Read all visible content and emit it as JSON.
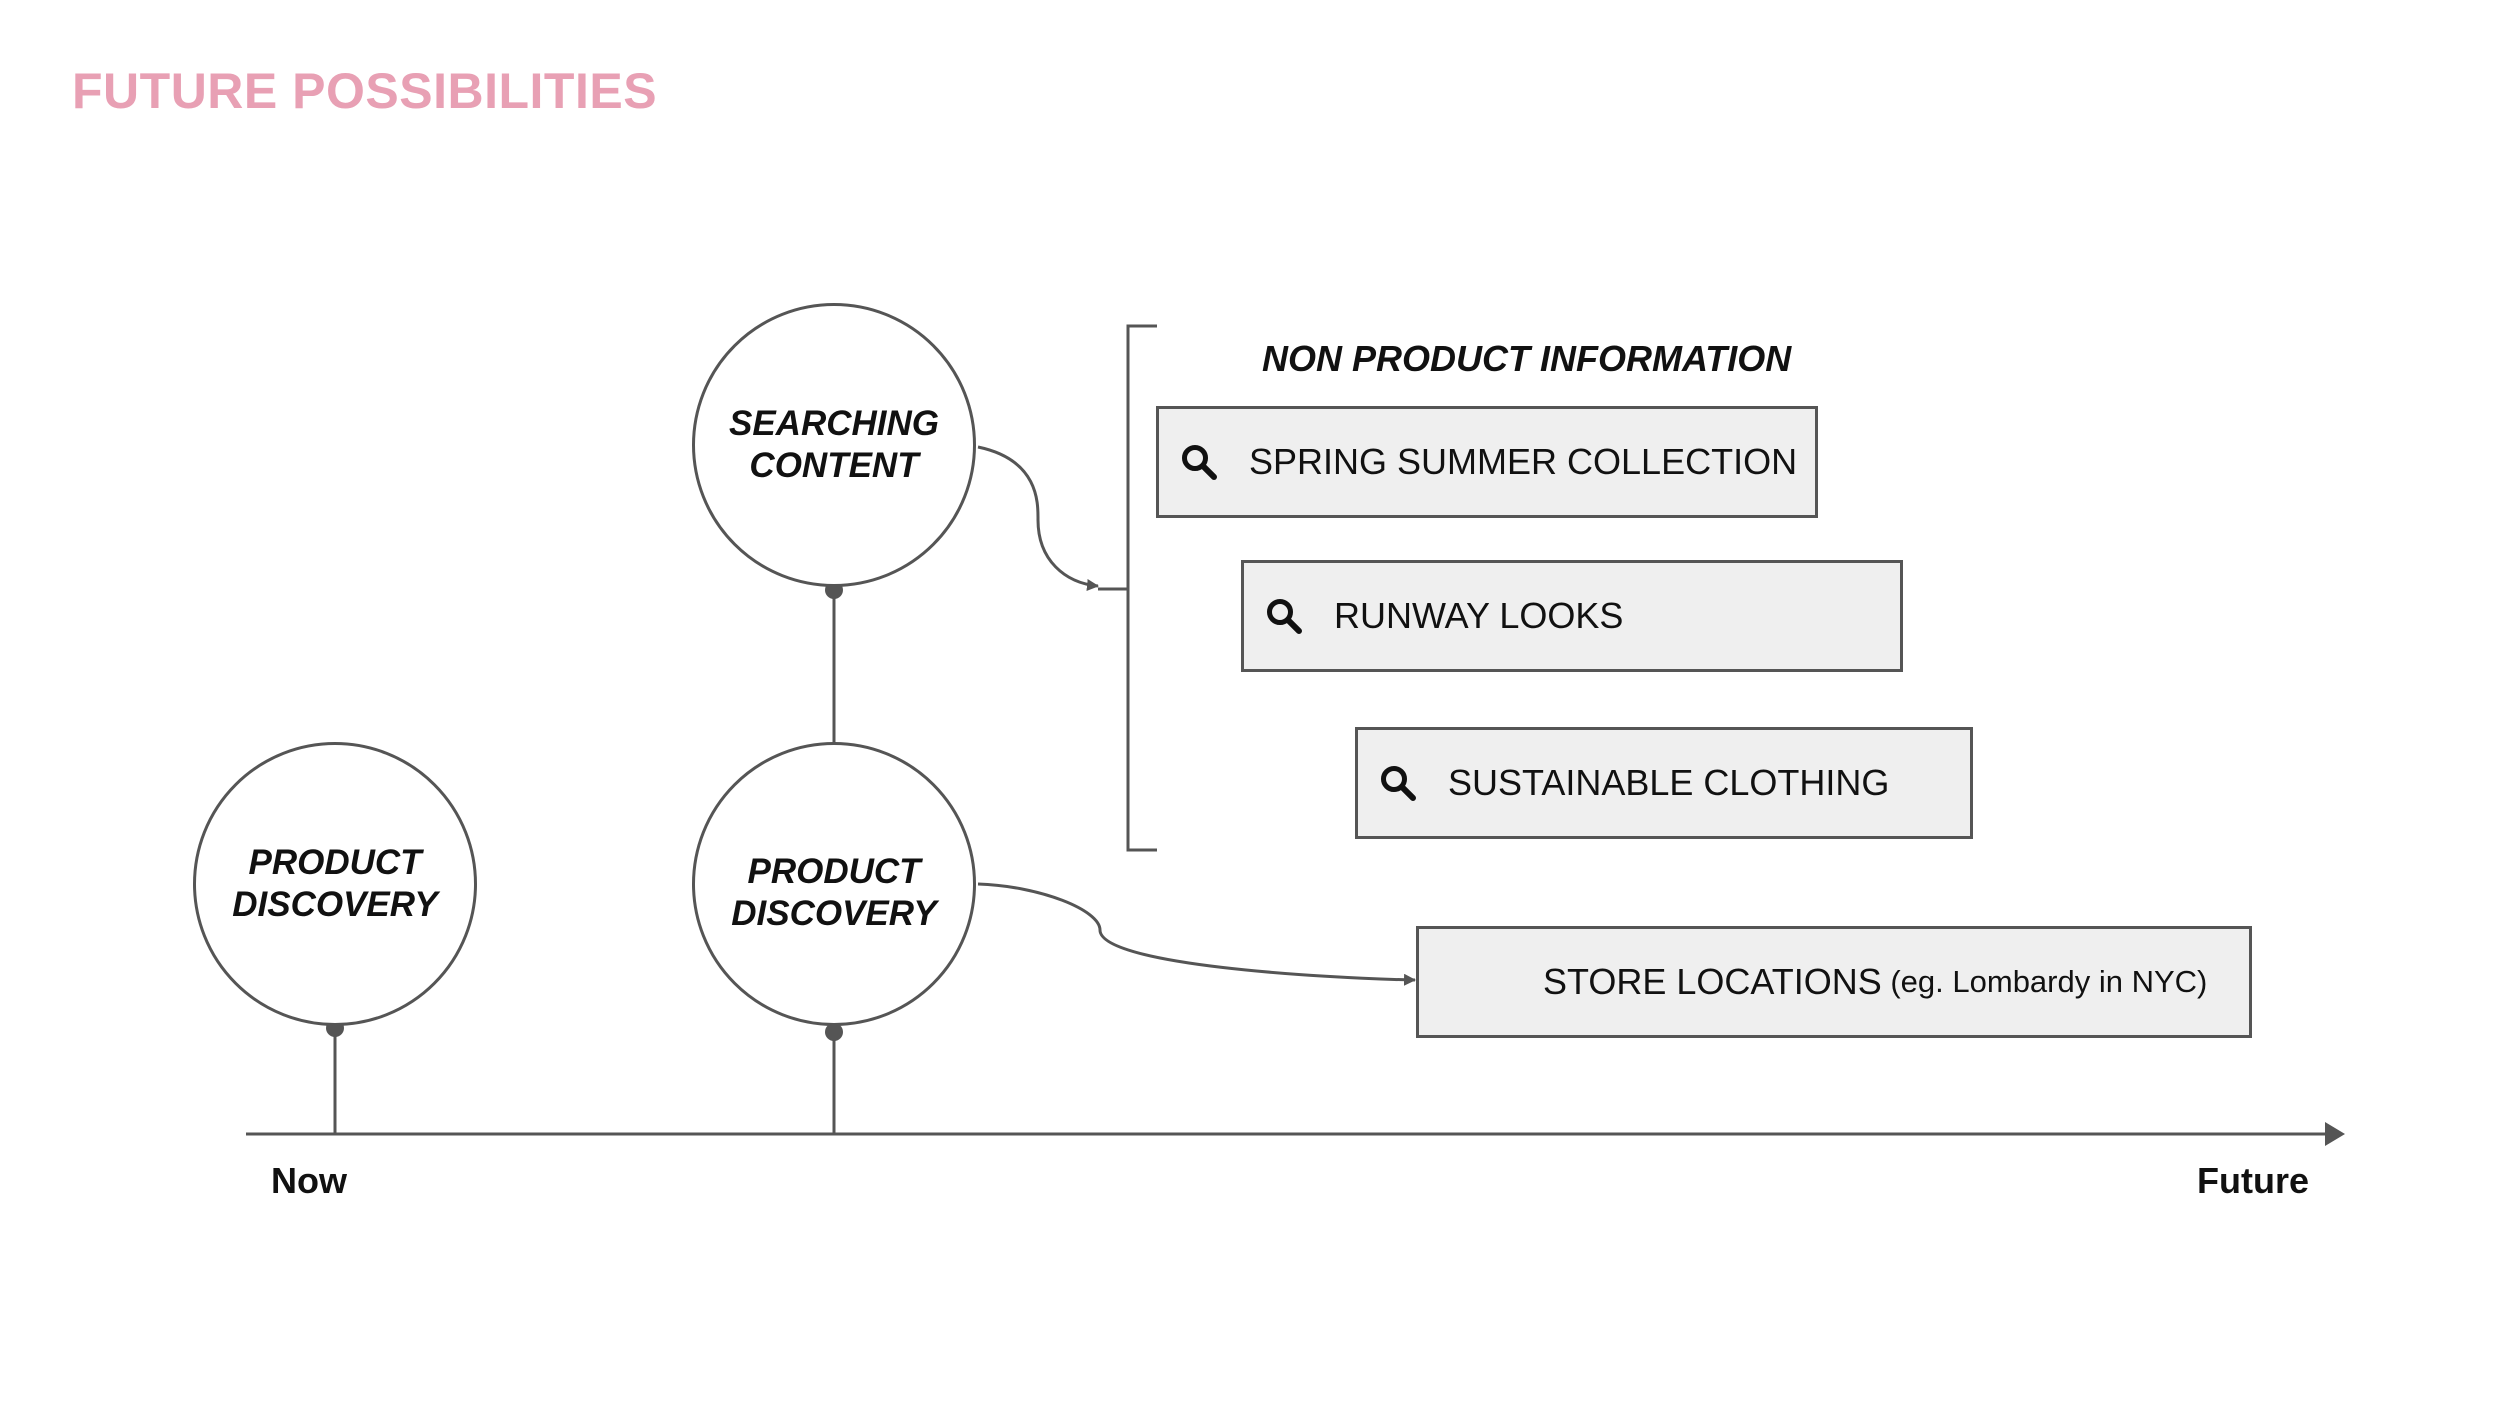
{
  "title": "FUTURE POSSIBILITIES",
  "timeline": {
    "start_label": "Now",
    "end_label": "Future"
  },
  "nodes": {
    "now_product_discovery": "PRODUCT\nDISCOVERY",
    "future_product_discovery": "PRODUCT\nDISCOVERY",
    "searching_content": "SEARCHING\nCONTENT"
  },
  "non_product_group": {
    "heading": "NON PRODUCT INFORMATION",
    "items": [
      {
        "label": "SPRING SUMMER COLLECTION",
        "icon": "search-icon"
      },
      {
        "label": "RUNWAY LOOKS",
        "icon": "search-icon"
      },
      {
        "label": "SUSTAINABLE CLOTHING",
        "icon": "search-icon"
      }
    ]
  },
  "store_locations": {
    "label": "STORE LOCATIONS",
    "note": "(eg. Lombardy in NYC)"
  },
  "colors": {
    "title": "#e8a0b4",
    "lines": "#555555",
    "box_fill": "#efefef",
    "text": "#111111"
  }
}
